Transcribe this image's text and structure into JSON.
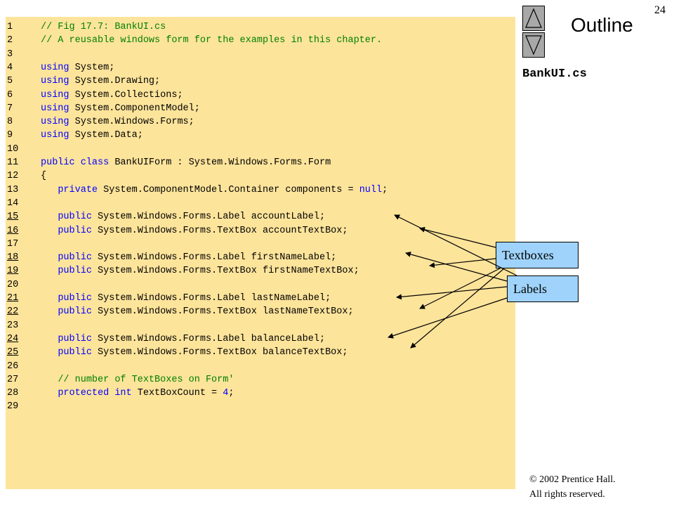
{
  "page_number": "24",
  "outline_title": "Outline",
  "file_name": "BankUI.cs",
  "nav": {
    "up_icon": "triangle-up-icon",
    "down_icon": "triangle-down-icon"
  },
  "callouts": {
    "textboxes": "Textboxes",
    "labels": "Labels"
  },
  "footer": {
    "copyright": "© 2002 Prentice Hall.",
    "rights": "All rights reserved."
  },
  "colors": {
    "code_background": "#fde49b",
    "callout_background": "#9fd3fb",
    "keyword": "#0000ff",
    "comment": "#008000"
  },
  "code_lines": [
    {
      "num": "1",
      "segs": [
        {
          "t": "// Fig 17.7: BankUI.cs",
          "c": "cm"
        }
      ]
    },
    {
      "num": "2",
      "segs": [
        {
          "t": "// A reusable windows form for the examples in this chapter.",
          "c": "cm"
        }
      ]
    },
    {
      "num": "3",
      "segs": []
    },
    {
      "num": "4",
      "segs": [
        {
          "t": "using",
          "c": "kw"
        },
        {
          "t": " System;",
          "c": ""
        }
      ]
    },
    {
      "num": "5",
      "segs": [
        {
          "t": "using",
          "c": "kw"
        },
        {
          "t": " System.Drawing;",
          "c": ""
        }
      ]
    },
    {
      "num": "6",
      "segs": [
        {
          "t": "using",
          "c": "kw"
        },
        {
          "t": " System.Collections;",
          "c": ""
        }
      ]
    },
    {
      "num": "7",
      "segs": [
        {
          "t": "using",
          "c": "kw"
        },
        {
          "t": " System.ComponentModel;",
          "c": ""
        }
      ]
    },
    {
      "num": "8",
      "segs": [
        {
          "t": "using",
          "c": "kw"
        },
        {
          "t": " System.Windows.Forms;",
          "c": ""
        }
      ]
    },
    {
      "num": "9",
      "segs": [
        {
          "t": "using",
          "c": "kw"
        },
        {
          "t": " System.Data;",
          "c": ""
        }
      ]
    },
    {
      "num": "10",
      "segs": []
    },
    {
      "num": "11",
      "segs": [
        {
          "t": "public class",
          "c": "kw"
        },
        {
          "t": " BankUIForm : System.Windows.Forms.Form",
          "c": ""
        }
      ]
    },
    {
      "num": "12",
      "segs": [
        {
          "t": "{",
          "c": ""
        }
      ]
    },
    {
      "num": "13",
      "segs": [
        {
          "t": "   ",
          "c": ""
        },
        {
          "t": "private",
          "c": "kw"
        },
        {
          "t": " System.ComponentModel.Container components = ",
          "c": ""
        },
        {
          "t": "null",
          "c": "kw"
        },
        {
          "t": ";",
          "c": ""
        }
      ]
    },
    {
      "num": "14",
      "segs": []
    },
    {
      "num": "15",
      "link": true,
      "segs": [
        {
          "t": "   ",
          "c": ""
        },
        {
          "t": "public",
          "c": "kw"
        },
        {
          "t": " System.Windows.Forms.Label accountLabel;",
          "c": ""
        }
      ]
    },
    {
      "num": "16",
      "link": true,
      "segs": [
        {
          "t": "   ",
          "c": ""
        },
        {
          "t": "public",
          "c": "kw"
        },
        {
          "t": " System.Windows.Forms.TextBox accountTextBox;",
          "c": ""
        }
      ]
    },
    {
      "num": "17",
      "segs": []
    },
    {
      "num": "18",
      "link": true,
      "segs": [
        {
          "t": "   ",
          "c": ""
        },
        {
          "t": "public",
          "c": "kw"
        },
        {
          "t": " System.Windows.Forms.Label firstNameLabel;",
          "c": ""
        }
      ]
    },
    {
      "num": "19",
      "link": true,
      "segs": [
        {
          "t": "   ",
          "c": ""
        },
        {
          "t": "public",
          "c": "kw"
        },
        {
          "t": " System.Windows.Forms.TextBox firstNameTextBox;",
          "c": ""
        }
      ]
    },
    {
      "num": "20",
      "segs": []
    },
    {
      "num": "21",
      "link": true,
      "segs": [
        {
          "t": "   ",
          "c": ""
        },
        {
          "t": "public",
          "c": "kw"
        },
        {
          "t": " System.Windows.Forms.Label lastNameLabel;",
          "c": ""
        }
      ]
    },
    {
      "num": "22",
      "link": true,
      "segs": [
        {
          "t": "   ",
          "c": ""
        },
        {
          "t": "public",
          "c": "kw"
        },
        {
          "t": " System.Windows.Forms.TextBox lastNameTextBox;",
          "c": ""
        }
      ]
    },
    {
      "num": "23",
      "segs": []
    },
    {
      "num": "24",
      "link": true,
      "segs": [
        {
          "t": "   ",
          "c": ""
        },
        {
          "t": "public",
          "c": "kw"
        },
        {
          "t": " System.Windows.Forms.Label balanceLabel;",
          "c": ""
        }
      ]
    },
    {
      "num": "25",
      "link": true,
      "segs": [
        {
          "t": "   ",
          "c": ""
        },
        {
          "t": "public",
          "c": "kw"
        },
        {
          "t": " System.Windows.Forms.TextBox balanceTextBox;",
          "c": ""
        }
      ]
    },
    {
      "num": "26",
      "segs": []
    },
    {
      "num": "27",
      "segs": [
        {
          "t": "   ",
          "c": ""
        },
        {
          "t": "// number of TextBoxes on Form'",
          "c": "cm"
        }
      ]
    },
    {
      "num": "28",
      "segs": [
        {
          "t": "   ",
          "c": ""
        },
        {
          "t": "protected int",
          "c": "kw"
        },
        {
          "t": " TextBoxCount = ",
          "c": ""
        },
        {
          "t": "4",
          "c": "kw"
        },
        {
          "t": ";",
          "c": ""
        }
      ]
    },
    {
      "num": "29",
      "segs": []
    }
  ]
}
